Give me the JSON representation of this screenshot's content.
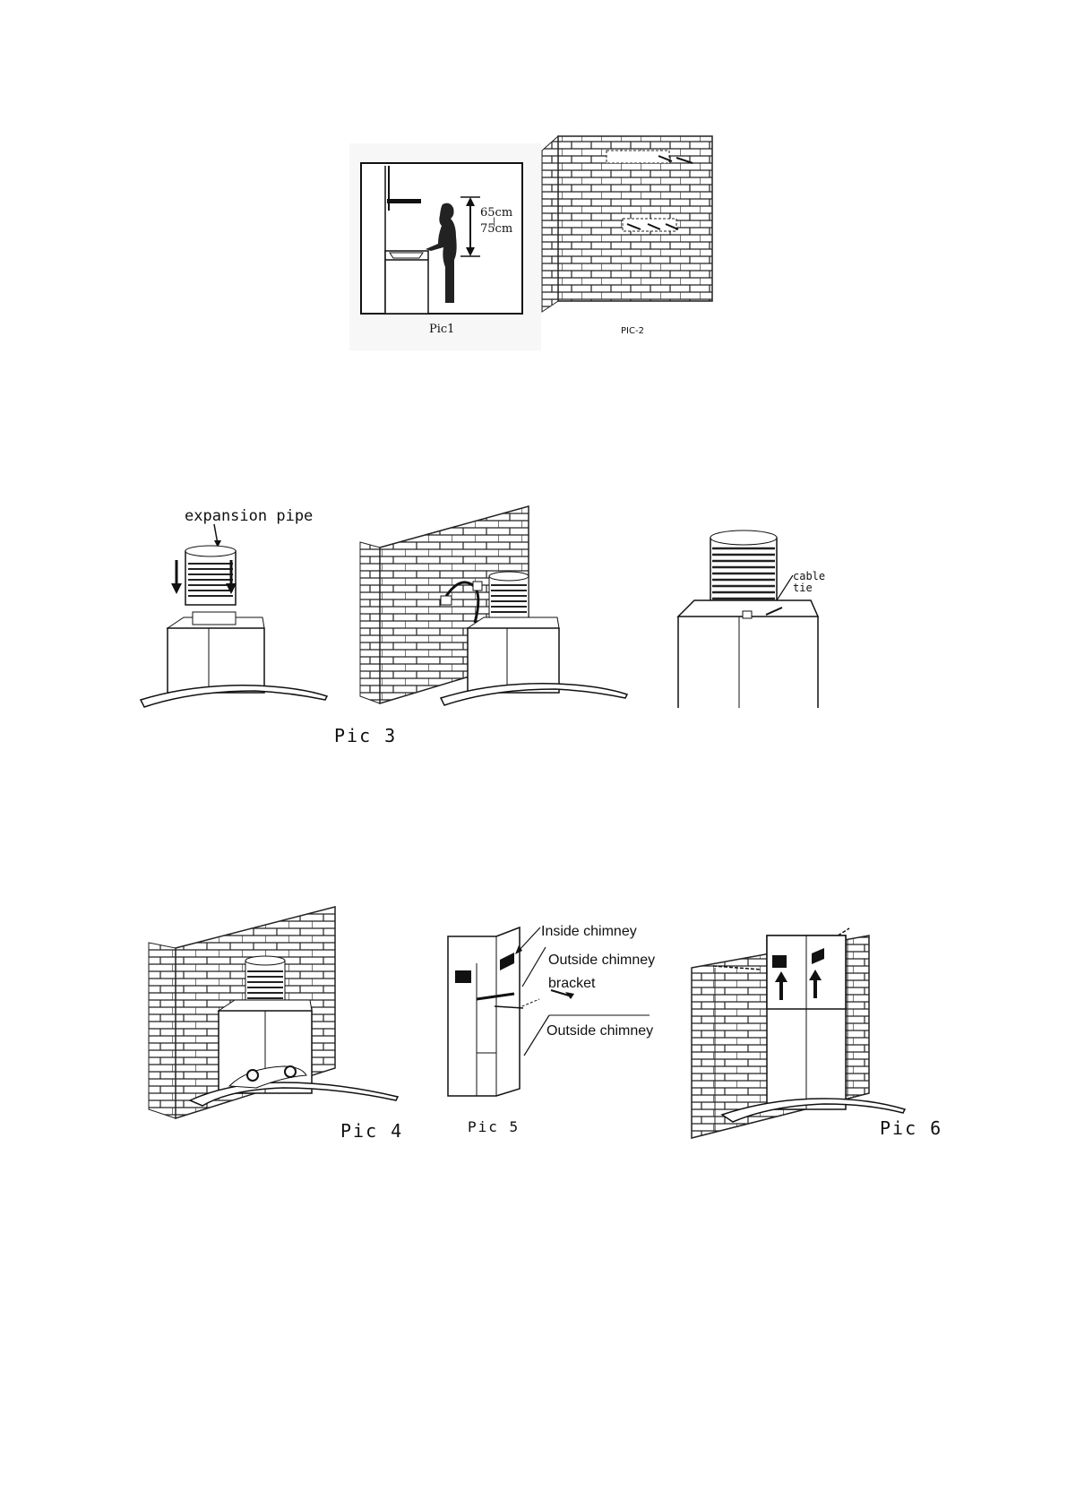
{
  "figures": {
    "pic1": {
      "caption": "Pic1",
      "dim_top": "65cm",
      "dim_mid": "|",
      "dim_bottom": "75cm"
    },
    "pic2": {
      "caption": "PIC-2"
    },
    "pic3": {
      "caption": "Pic 3",
      "expansion_label": "expansion pipe",
      "cable_label": "cable",
      "tie_label": "tie"
    },
    "pic4": {
      "caption": "Pic 4"
    },
    "pic5": {
      "caption": "Pic 5",
      "inside_chimney": "Inside chimney",
      "outside_chimney_top": "Outside chimney",
      "bracket": "bracket",
      "outside_chimney_bottom": "Outside chimney"
    },
    "pic6": {
      "caption": "Pic 6"
    }
  },
  "colors": {
    "line": "#1a1a1a",
    "fill_light": "#f4f4f4",
    "fill_dark": "#222222"
  }
}
